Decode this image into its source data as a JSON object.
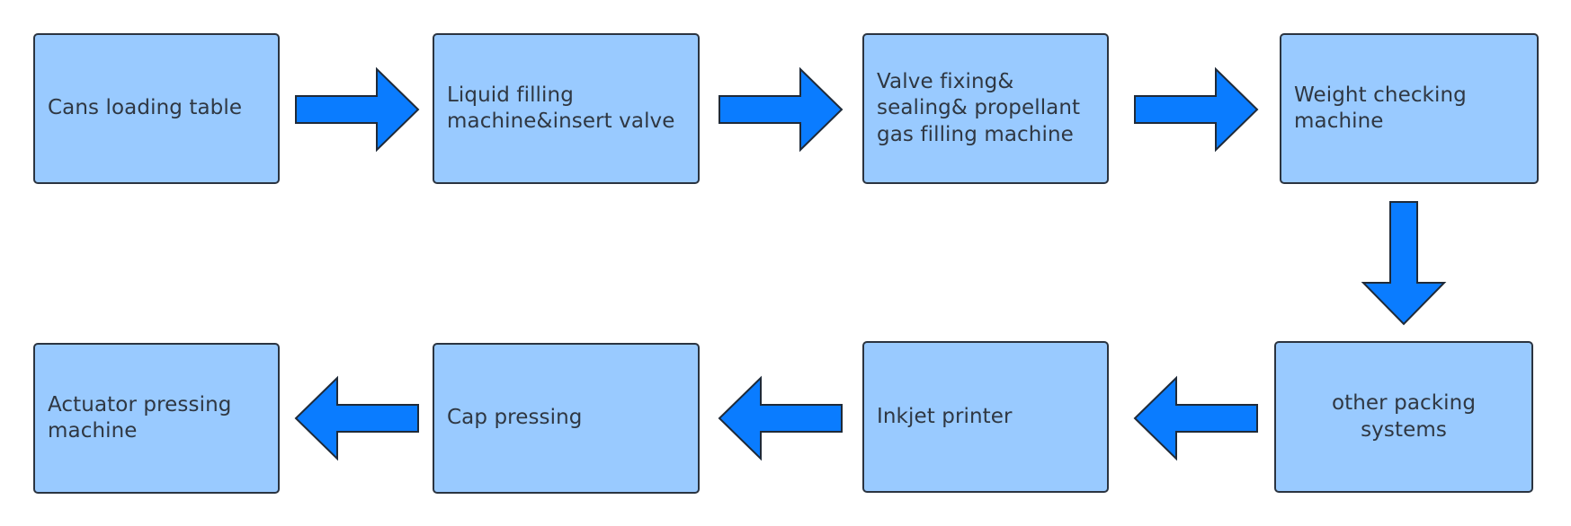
{
  "colors": {
    "box_fill": "#99caff",
    "box_border": "#2b3440",
    "arrow_fill": "#0a7cff",
    "text": "#2f3742"
  },
  "flow": {
    "steps": [
      {
        "label": "Cans loading table"
      },
      {
        "label": "Liquid filling\nmachine&insert valve"
      },
      {
        "label": "Valve fixing&\nsealing& propellant\ngas filling machine"
      },
      {
        "label": "Weight checking\nmachine"
      },
      {
        "label": "other packing\nsystems"
      },
      {
        "label": "Inkjet printer"
      },
      {
        "label": "Cap pressing"
      },
      {
        "label": "Actuator pressing\nmachine"
      }
    ],
    "arrows": [
      {
        "direction": "right",
        "from": 0,
        "to": 1
      },
      {
        "direction": "right",
        "from": 1,
        "to": 2
      },
      {
        "direction": "right",
        "from": 2,
        "to": 3
      },
      {
        "direction": "down",
        "from": 3,
        "to": 4
      },
      {
        "direction": "left",
        "from": 4,
        "to": 5
      },
      {
        "direction": "left",
        "from": 5,
        "to": 6
      },
      {
        "direction": "left",
        "from": 6,
        "to": 7
      }
    ]
  }
}
